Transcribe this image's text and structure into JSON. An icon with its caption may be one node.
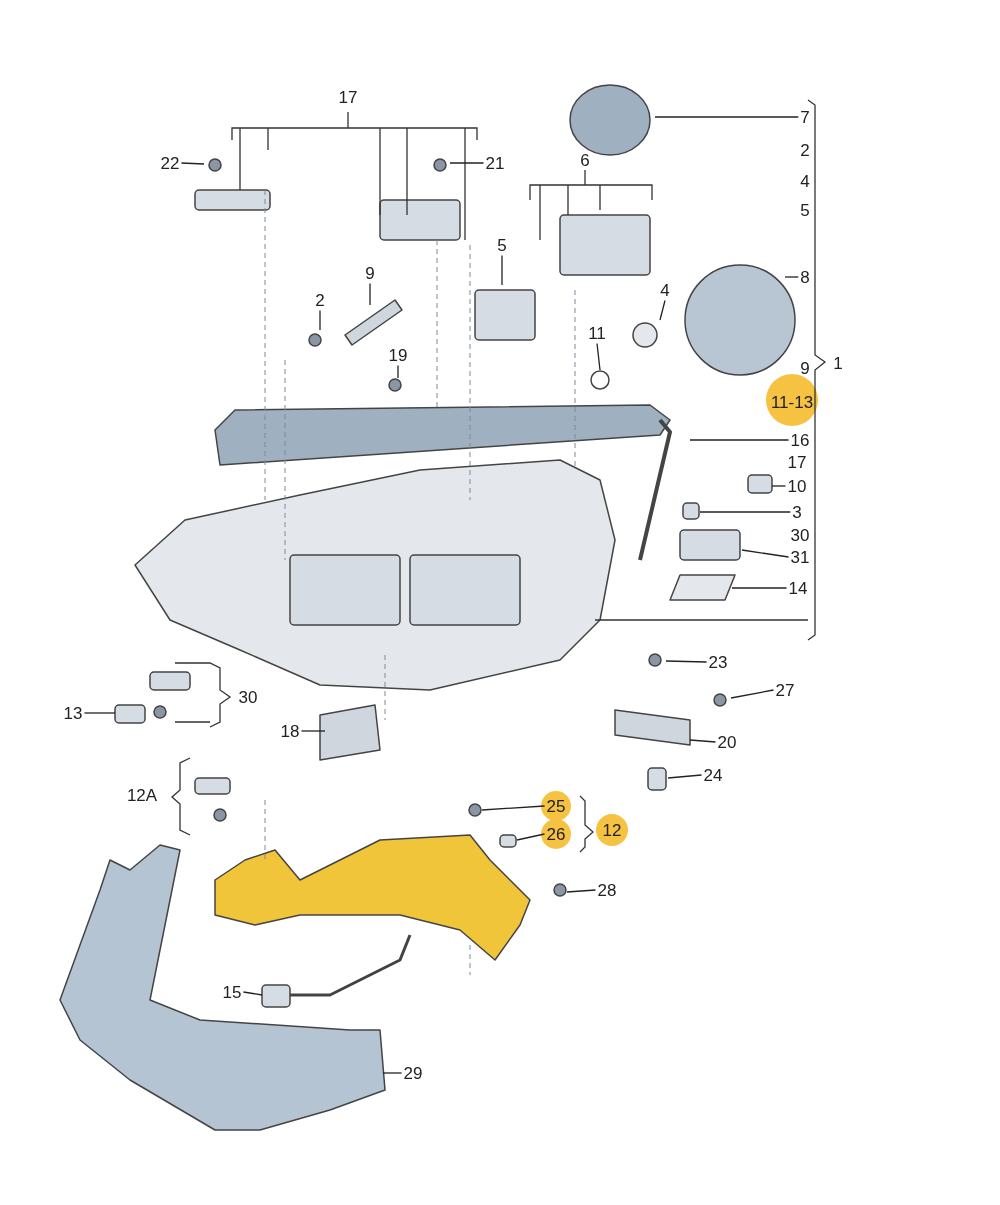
{
  "diagram": {
    "nodes": [
      {
        "text": [
          "7"
        ]
      },
      {
        "text": [
          "22"
        ]
      },
      {
        "text": [
          "21"
        ]
      },
      {
        "text": [
          "5"
        ]
      },
      {
        "text": [
          "9"
        ]
      },
      {
        "text": [
          "8"
        ]
      },
      {
        "text": [
          "4"
        ]
      },
      {
        "text": [
          "2"
        ]
      },
      {
        "text": [
          "11"
        ]
      },
      {
        "text": [
          "19"
        ]
      },
      {
        "text": [
          "16"
        ]
      },
      {
        "text": [
          "10"
        ]
      },
      {
        "text": [
          "3"
        ]
      },
      {
        "text": [
          "31"
        ]
      },
      {
        "text": [
          "14"
        ]
      },
      {
        "text": [
          "23"
        ]
      },
      {
        "text": [
          "27"
        ]
      },
      {
        "text": [
          "13"
        ]
      },
      {
        "text": [
          "18"
        ]
      },
      {
        "text": [
          "20"
        ]
      },
      {
        "text": [
          "24"
        ]
      },
      {
        "text": [
          "25"
        ]
      },
      {
        "text": [
          "26"
        ]
      },
      {
        "text": [
          "28"
        ]
      },
      {
        "text": [
          "15"
        ]
      },
      {
        "text": [
          "29"
        ]
      }
    ],
    "edges": [
      {
        "from": 0,
        "to": null,
        "arrow": "none"
      },
      {
        "from": 1,
        "to": null,
        "arrow": "none"
      },
      {
        "from": 2,
        "to": null,
        "arrow": "none"
      },
      {
        "from": 3,
        "to": null,
        "arrow": "none"
      },
      {
        "from": 4,
        "to": null,
        "arrow": "none"
      },
      {
        "from": 5,
        "to": null,
        "arrow": "none"
      },
      {
        "from": 6,
        "to": null,
        "arrow": "none"
      },
      {
        "from": 7,
        "to": null,
        "arrow": "none"
      },
      {
        "from": 8,
        "to": null,
        "arrow": "none"
      },
      {
        "from": 9,
        "to": null,
        "arrow": "none"
      },
      {
        "from": 10,
        "to": null,
        "arrow": "none"
      },
      {
        "from": 11,
        "to": null,
        "arrow": "none"
      },
      {
        "from": 12,
        "to": null,
        "arrow": "none"
      },
      {
        "from": 13,
        "to": null,
        "arrow": "none"
      },
      {
        "from": 14,
        "to": null,
        "arrow": "none"
      },
      {
        "from": 15,
        "to": null,
        "arrow": "none"
      },
      {
        "from": 16,
        "to": null,
        "arrow": "none"
      },
      {
        "from": 17,
        "to": null,
        "arrow": "none"
      },
      {
        "from": 18,
        "to": null,
        "arrow": "none"
      },
      {
        "from": 19,
        "to": null,
        "arrow": "none"
      },
      {
        "from": 20,
        "to": null,
        "arrow": "none"
      },
      {
        "from": 21,
        "to": null,
        "arrow": "none"
      },
      {
        "from": 22,
        "to": null,
        "arrow": "none"
      },
      {
        "from": 23,
        "to": null,
        "arrow": "none"
      },
      {
        "from": 24,
        "to": null,
        "arrow": "none"
      },
      {
        "from": 25,
        "to": null,
        "arrow": "none"
      }
    ],
    "labels": [
      "17",
      "2",
      "6",
      "4",
      "5",
      "1",
      "9",
      "11-13",
      "17",
      "30",
      "30",
      "12A",
      "12"
    ]
  }
}
